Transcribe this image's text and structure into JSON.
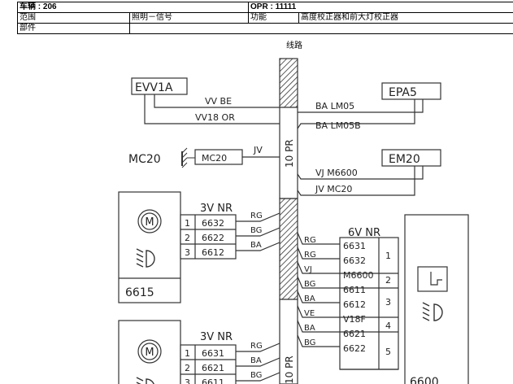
{
  "header": {
    "vehicle_label": "车辆",
    "vehicle_value": ": 206",
    "opr_label": "OPR : 11111",
    "scope_label": "范围",
    "scope_value": "照明－信号",
    "function_label": "功能",
    "function_value": "高度校正器和前大灯校正器",
    "part_label": "部件",
    "part_value": ""
  },
  "caption": "线路",
  "diagram": {
    "evv1a": "EVV1A",
    "epa5": "EPA5",
    "em20": "EM20",
    "mc20": "MC20",
    "mc20_box": "MC20",
    "w_vv_be": "VV   BE",
    "w_vv18_or": "VV18  OR",
    "w_jv": "JV",
    "w_ba_lm05": "BA  LM05",
    "w_ba_lm05b": "BA  LM05B",
    "w_vj_m6600": "VJ   M6600",
    "w_jv_mc20": "JV    MC20",
    "bundle_pr_top": "10 PR",
    "bundle_pr_bottom": "10 PR",
    "conn1_label": "3V NR",
    "conn1_pins": [
      "1",
      "2",
      "3"
    ],
    "conn1_wires": [
      "6632",
      "6622",
      "6612"
    ],
    "conn1_colors": [
      "RG",
      "BG",
      "BA"
    ],
    "motor1_id": "6615",
    "conn2_label": "3V NR",
    "conn2_pins": [
      "1",
      "2",
      "3"
    ],
    "conn2_wires": [
      "6631",
      "6621",
      "6611"
    ],
    "conn2_colors": [
      "RG",
      "BA",
      "BG"
    ],
    "conn6_label": "6V NR",
    "conn6_pins": [
      "1",
      "2",
      "3",
      "4",
      "5"
    ],
    "conn6_wires": [
      "6631",
      "6632",
      "M6600",
      "6611",
      "6612",
      "V18F",
      "6621",
      "6622"
    ],
    "conn6_colors": [
      "RG",
      "RG",
      "VJ",
      "BG",
      "BA",
      "VE",
      "BA",
      "BG"
    ],
    "switch_id": "6600",
    "motor_glyph": "M"
  }
}
